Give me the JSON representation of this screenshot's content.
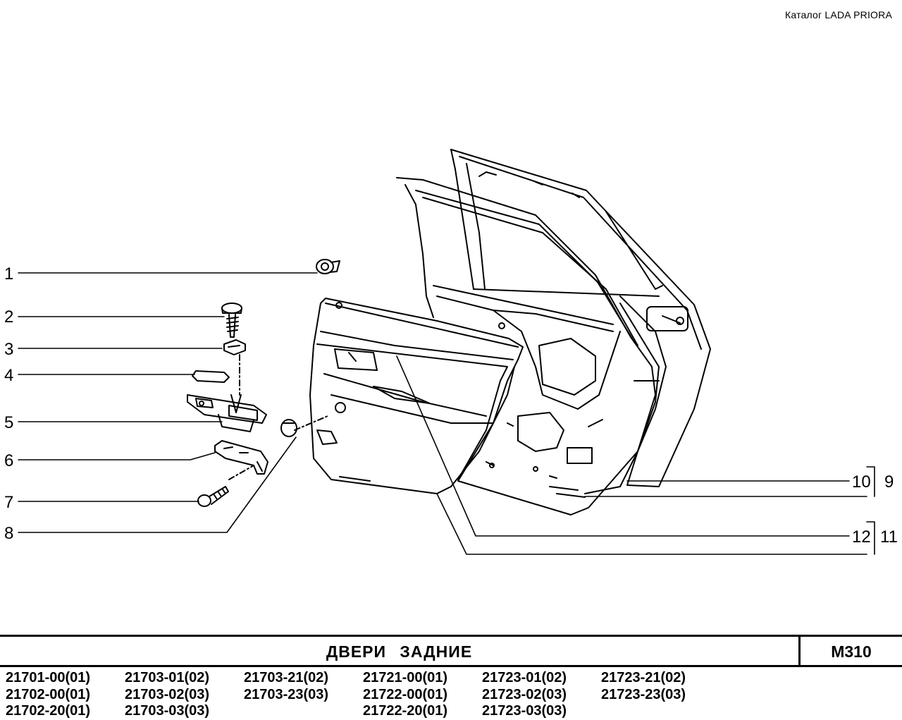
{
  "header": {
    "catalog": "Каталог  LADA  PRIORA"
  },
  "callouts": {
    "c1": "1",
    "c2": "2",
    "c3": "3",
    "c4": "4",
    "c5": "5",
    "c6": "6",
    "c7": "7",
    "c8": "8",
    "c9": "9",
    "c10": "10",
    "c11": "11",
    "c12": "12"
  },
  "title_bar": {
    "title": "ДВЕРИ   ЗАДНИЕ",
    "code": "M310"
  },
  "models": {
    "col1": [
      "21701-00(01)",
      "21702-00(01)",
      "21702-20(01)"
    ],
    "col2": [
      "21703-01(02)",
      "21703-02(03)",
      "21703-03(03)"
    ],
    "col3": [
      "21703-21(02)",
      "21703-23(03)"
    ],
    "col4": [
      "21721-00(01)",
      "21722-00(01)",
      "21722-20(01)"
    ],
    "col5": [
      "21723-01(02)",
      "21723-02(03)",
      "21723-03(03)"
    ],
    "col6": [
      "21723-21(02)",
      "21723-23(03)"
    ]
  }
}
